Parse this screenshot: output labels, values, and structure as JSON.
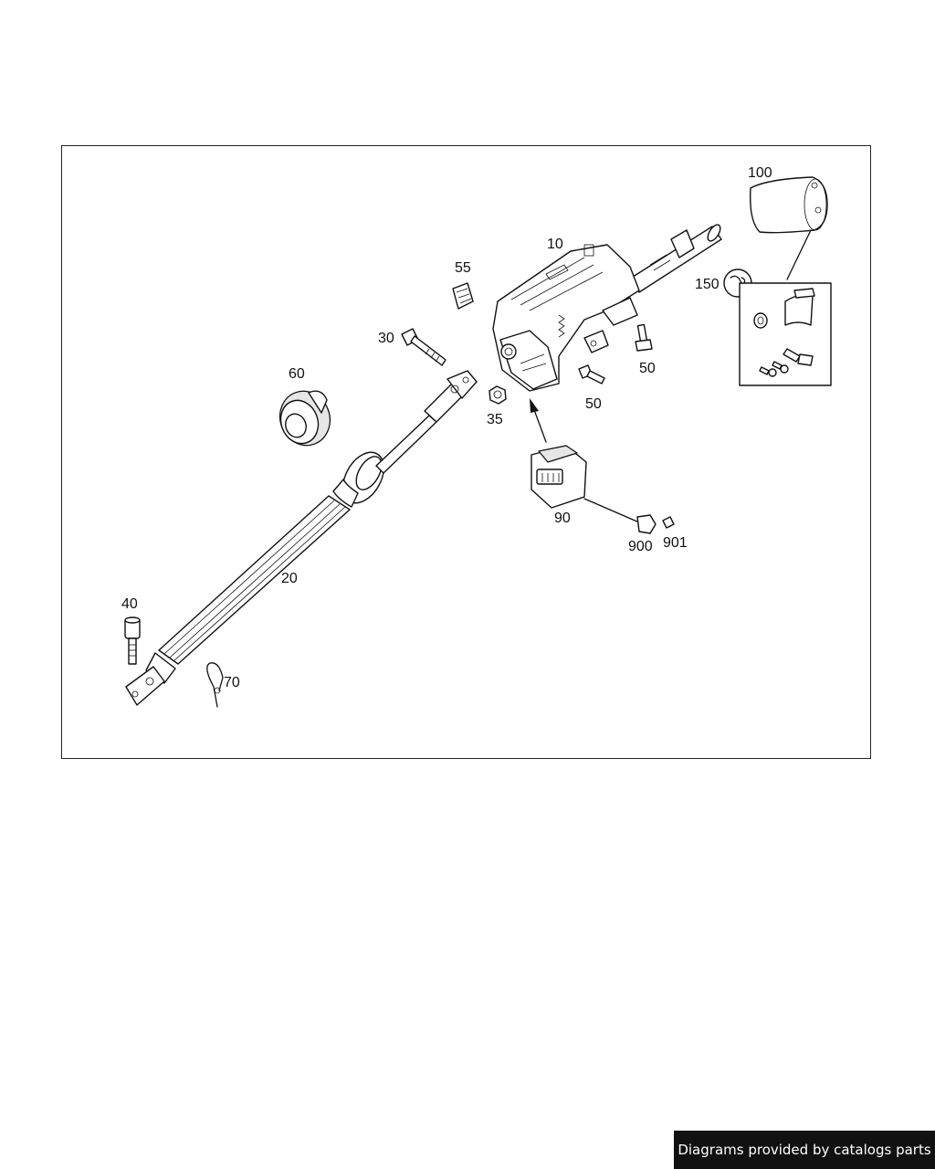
{
  "callouts": {
    "p10": "10",
    "p20": "20",
    "p30": "30",
    "p35": "35",
    "p40": "40",
    "p50a": "50",
    "p50b": "50",
    "p55": "55",
    "p60": "60",
    "p70": "70",
    "p90": "90",
    "p100": "100",
    "p150": "150",
    "p900": "900",
    "p901": "901"
  },
  "footer": {
    "credit": "Diagrams provided by catalogs parts"
  }
}
